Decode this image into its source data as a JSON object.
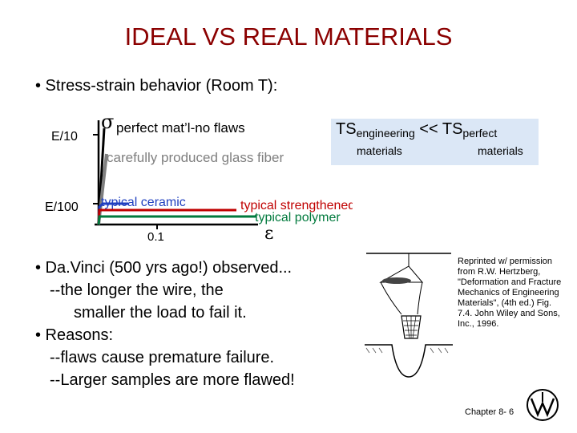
{
  "slide": {
    "title": "IDEAL VS REAL MATERIALS",
    "bullet1": "• Stress-strain behavior (Room T):"
  },
  "chart_data": {
    "type": "line",
    "y_axis_symbol": "σ",
    "x_axis_symbol": "ε",
    "y_ticks": [
      "E/10",
      "E/100"
    ],
    "x_ticks": [
      "0.1"
    ],
    "series": [
      {
        "name": "perfect mat’l-no flaws",
        "color": "#000000"
      },
      {
        "name": "carefully produced glass fiber",
        "color": "#7f7f7f"
      },
      {
        "name": "typical ceramic",
        "color": "#1f3fbf"
      },
      {
        "name": "typical strengthened metal",
        "color": "#c00000"
      },
      {
        "name": "typical polymer",
        "color": "#007a3d"
      }
    ]
  },
  "ts_note": {
    "main_start": "TS",
    "sub1": "engineering",
    "mid": " << TS",
    "sub2": "perfect",
    "label1": "materials",
    "label2": "materials"
  },
  "bullets2": {
    "line1": "• Da.Vinci (500 yrs ago!) observed...",
    "line2": "--the longer the wire, the",
    "line3": "smaller the load to fail it.",
    "line4": "• Reasons:",
    "line5": "--flaws cause premature failure.",
    "line6": "--Larger samples are more flawed!"
  },
  "reprint": "Reprinted w/ permission from R.W. Hertzberg, \"Deformation and Fracture Mechanics of Engineering Materials\", (4th ed.) Fig. 7.4. John Wiley and Sons, Inc., 1996.",
  "footer": {
    "chapter": "Chapter 8-  6"
  }
}
